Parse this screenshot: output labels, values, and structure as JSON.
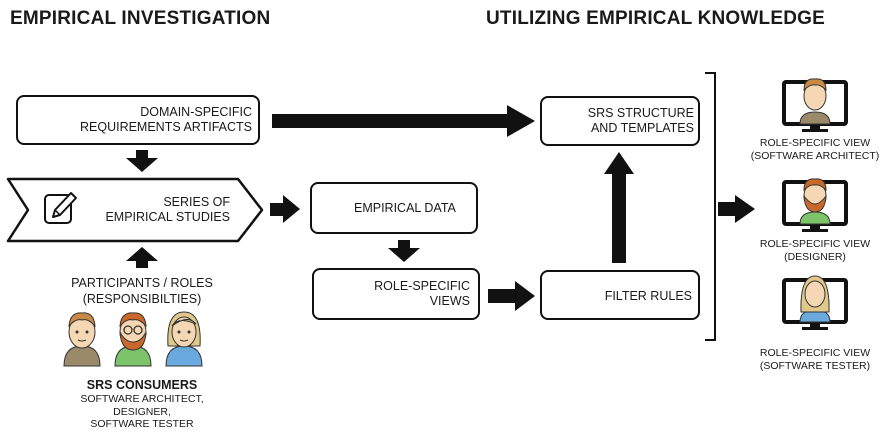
{
  "headings": {
    "left": "EMPIRICAL INVESTIGATION",
    "right": "UTILIZING EMPIRICAL KNOWLEDGE"
  },
  "nodes": {
    "domain_artifacts": {
      "line1": "DOMAIN-SPECIFIC",
      "line2": "REQUIREMENTS ARTIFACTS",
      "icon": "documents-icon"
    },
    "empirical_studies": {
      "line1": "SERIES OF",
      "line2": "EMPIRICAL STUDIES",
      "icon": "pencil-edit-icon"
    },
    "empirical_data": {
      "line1": "EMPIRICAL DATA",
      "icon": "pie-chart-icon"
    },
    "role_views": {
      "line1": "ROLE-SPECIFIC",
      "line2": "VIEWS",
      "icon": "barcode-magnifier-icon"
    },
    "srs_structure": {
      "line1": "SRS STRUCTURE",
      "line2": "AND TEMPLATES",
      "icon": "documents-icon"
    },
    "filter_rules": {
      "line1": "FILTER RULES",
      "icon": "funnel-icon"
    }
  },
  "participants": {
    "line1": "PARTICIPANTS / ROLES",
    "line2": "(RESPONSIBILTIES)",
    "consumers_title": "SRS CONSUMERS",
    "consumers_list": [
      "SOFTWARE ARCHITECT,",
      "DESIGNER,",
      "SOFTWARE TESTER"
    ]
  },
  "outputs": [
    {
      "line1": "ROLE-SPECIFIC VIEW",
      "line2": "(SOFTWARE ARCHITECT)",
      "icon": "monitor-person-icon"
    },
    {
      "line1": "ROLE-SPECIFIC VIEW",
      "line2": "(DESIGNER)",
      "icon": "monitor-person-icon"
    },
    {
      "line1": "ROLE-SPECIFIC VIEW",
      "line2": "(SOFTWARE TESTER)",
      "icon": "monitor-person-icon"
    }
  ],
  "colors": {
    "stroke": "#111111",
    "face": "#f6d7b4",
    "hair_brown": "#c88a45",
    "shirt_green": "#7cc36a",
    "shirt_blue": "#6aa9dd",
    "hair_blond": "#e0c88a"
  }
}
